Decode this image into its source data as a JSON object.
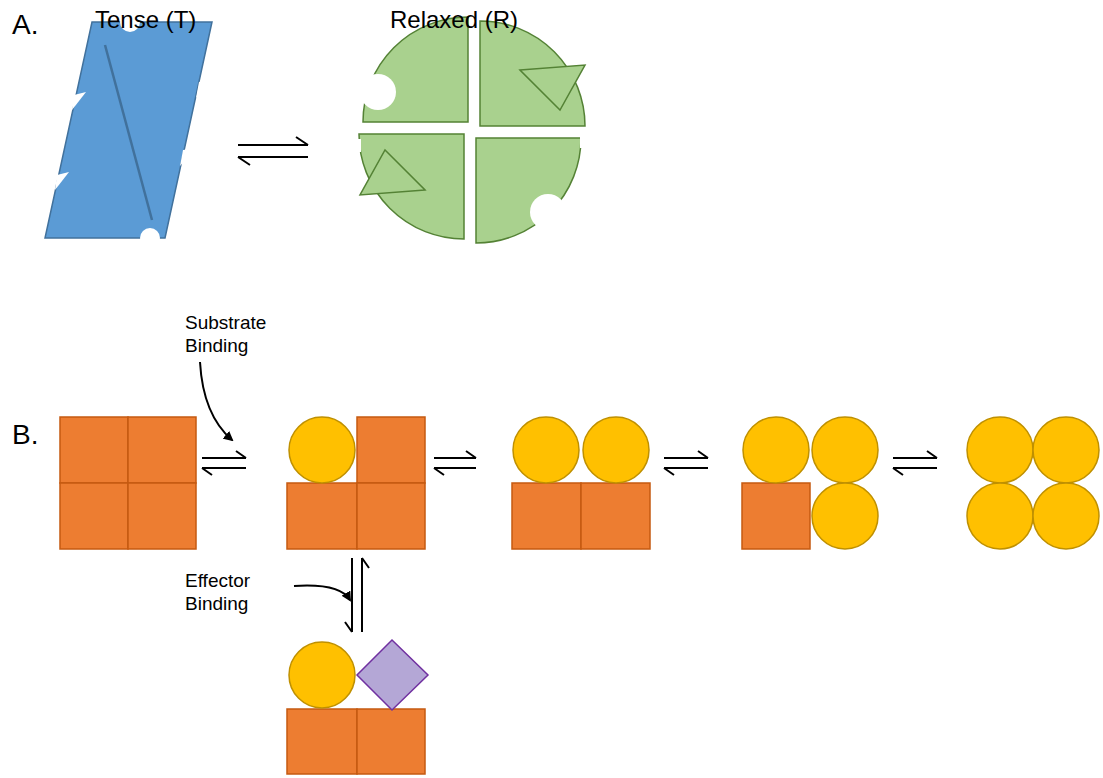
{
  "diagram": {
    "labels": [
      "A.",
      "Tense (T)",
      "Relaxed (R)",
      "Substrate Binding",
      "B.",
      "Effector Binding"
    ]
  }
}
